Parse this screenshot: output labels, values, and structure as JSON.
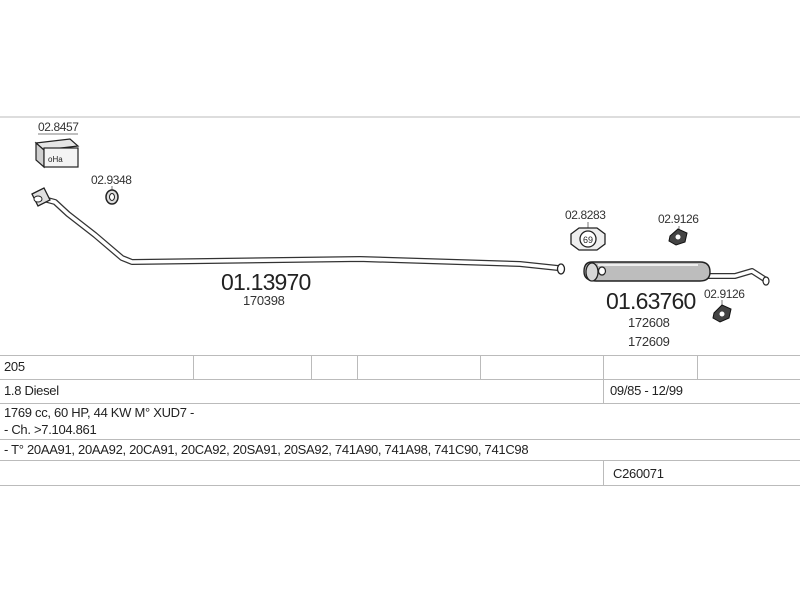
{
  "parts": {
    "clamp_box": "02.8457",
    "gasket_front": "02.9348",
    "front_pipe": {
      "code": "01.13970",
      "ref": "170398"
    },
    "ring_clamp": {
      "code": "02.8283",
      "badge": "69"
    },
    "hanger_top": "02.9126",
    "hanger_bottom": "02.9126",
    "rear_muffler": {
      "code": "01.63760",
      "ref1": "172608",
      "ref2": "172609"
    }
  },
  "table": {
    "model": "205",
    "engine": "1.8 Diesel",
    "years": "09/85 - 12/99",
    "specs": "1769 cc, 60 HP, 44 KW M° XUD7 -",
    "chassis": "- Ch. >7.104.861",
    "types": "- T° 20AA91, 20AA92, 20CA91, 20CA92, 20SA91, 20SA92, 741A90, 741A98, 741C90, 741C98",
    "catalog": "C260071"
  }
}
